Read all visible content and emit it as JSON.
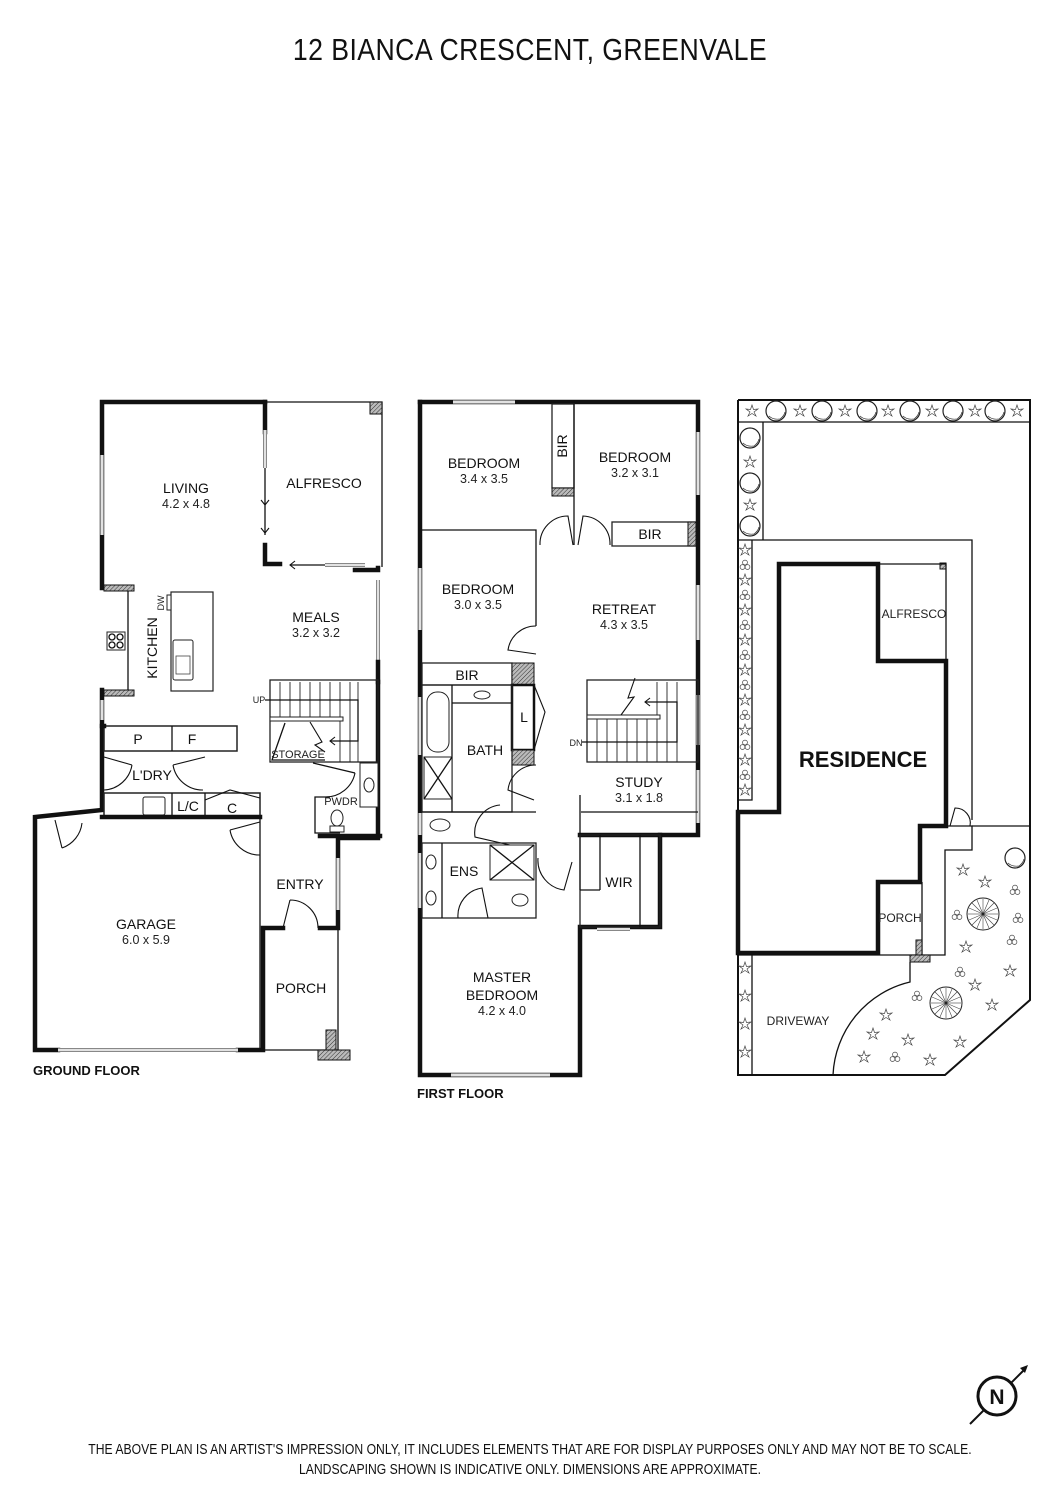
{
  "title": "12 BIANCA CRESCENT, GREENVALE",
  "ground_floor": {
    "label": "GROUND FLOOR",
    "rooms": {
      "living": {
        "name": "LIVING",
        "dim": "4.2 x 4.8"
      },
      "alfresco": {
        "name": "ALFRESCO"
      },
      "meals": {
        "name": "MEALS",
        "dim": "3.2 x 3.2"
      },
      "kitchen": {
        "name": "KITCHEN"
      },
      "dw": {
        "name": "DW"
      },
      "pantry": {
        "name": "P"
      },
      "fridge": {
        "name": "F"
      },
      "laundry": {
        "name": "L'DRY"
      },
      "linen_cupboard": {
        "name": "L/C"
      },
      "cupboard": {
        "name": "C"
      },
      "storage": {
        "name": "STORAGE"
      },
      "powder": {
        "name": "PWDR"
      },
      "entry": {
        "name": "ENTRY"
      },
      "garage": {
        "name": "GARAGE",
        "dim": "6.0 x 5.9"
      },
      "porch": {
        "name": "PORCH"
      },
      "stairs_up": {
        "name": "UP"
      }
    }
  },
  "first_floor": {
    "label": "FIRST FLOOR",
    "rooms": {
      "bedroom_1": {
        "name": "BEDROOM",
        "dim": "3.4 x 3.5"
      },
      "bedroom_2": {
        "name": "BEDROOM",
        "dim": "3.2 x 3.1"
      },
      "bedroom_3": {
        "name": "BEDROOM",
        "dim": "3.0 x 3.5"
      },
      "bir_1": {
        "name": "BIR"
      },
      "bir_2": {
        "name": "BIR"
      },
      "bir_3": {
        "name": "BIR"
      },
      "retreat": {
        "name": "RETREAT",
        "dim": "4.3 x 3.5"
      },
      "linen": {
        "name": "L"
      },
      "bath": {
        "name": "BATH"
      },
      "study": {
        "name": "STUDY",
        "dim": "3.1 x 1.8"
      },
      "stairs_down": {
        "name": "DN"
      },
      "ensuite": {
        "name": "ENS"
      },
      "wir": {
        "name": "WIR"
      },
      "master_bedroom": {
        "name_line1": "MASTER",
        "name_line2": "BEDROOM",
        "dim": "4.2 x 4.0"
      }
    }
  },
  "site_plan": {
    "residence": "RESIDENCE",
    "alfresco": "ALFRESCO",
    "porch": "PORCH",
    "driveway": "DRIVEWAY"
  },
  "compass": {
    "label": "N",
    "icon": "north-arrow-icon"
  },
  "disclaimer": {
    "line1": "THE ABOVE PLAN IS AN ARTIST'S IMPRESSION ONLY, IT INCLUDES ELEMENTS THAT ARE FOR DISPLAY PURPOSES ONLY AND MAY NOT BE TO SCALE.",
    "line2": "LANDSCAPING SHOWN IS INDICATIVE ONLY. DIMENSIONS ARE APPROXIMATE."
  }
}
